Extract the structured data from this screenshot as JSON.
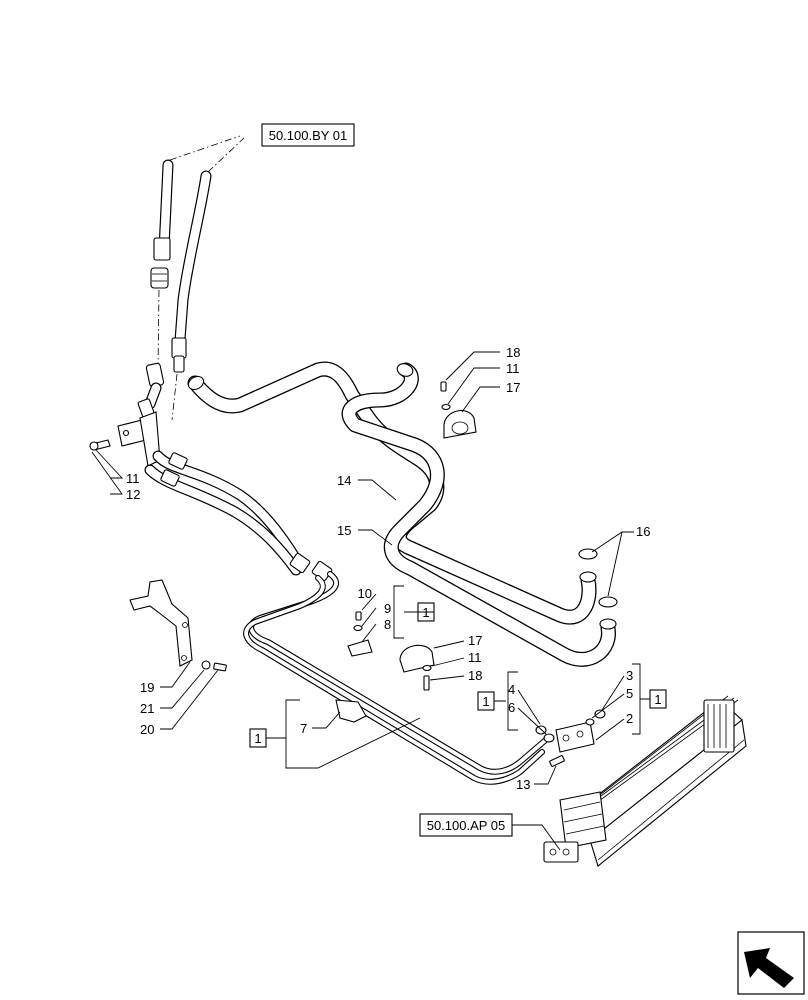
{
  "references": {
    "top": "50.100.BY 01",
    "bottom": "50.100.AP 05"
  },
  "callouts": {
    "c18a": "18",
    "c11a": "11",
    "c17a": "17",
    "c14": "14",
    "c15": "15",
    "c16": "16",
    "c11b": "11",
    "c12": "12",
    "c10": "10",
    "c9": "9",
    "c8": "8",
    "c17b": "17",
    "c11c": "11",
    "c18b": "18",
    "c4": "4",
    "c6": "6",
    "c3": "3",
    "c5": "5",
    "c2": "2",
    "c7": "7",
    "c13": "13",
    "c19": "19",
    "c21": "21",
    "c20": "20"
  },
  "kit_labels": {
    "k1": "1",
    "k2": "1",
    "k3": "1",
    "k4": "1"
  },
  "icons": {
    "corner": "next-page-arrow-icon"
  }
}
